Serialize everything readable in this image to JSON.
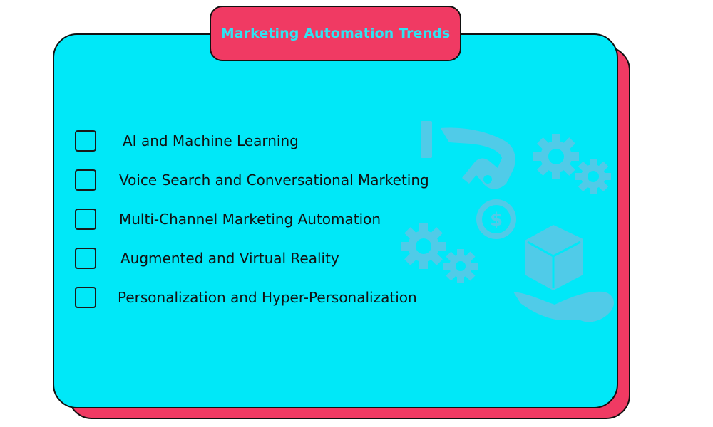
{
  "title": "Marketing Automation Trends",
  "colors": {
    "card_fill": "#00e8f8",
    "shadow_fill": "#f03a63",
    "title_fill": "#f03a63",
    "title_text": "#2fe3f2",
    "decor_icons": "#5ec7e6"
  },
  "checklist": {
    "items": [
      {
        "label": "AI and Machine Learning",
        "checked": false
      },
      {
        "label": "Voice Search and Conversational Marketing",
        "checked": false
      },
      {
        "label": "Multi-Channel Marketing Automation",
        "checked": false
      },
      {
        "label": "Augmented and Virtual Reality",
        "checked": false
      },
      {
        "label": "Personalization and Hyper-Personalization",
        "checked": false
      }
    ]
  },
  "decor": {
    "icons": [
      "wrench-hand-icon",
      "gear-icon",
      "dollar-coin-icon",
      "box-on-hand-icon"
    ]
  }
}
